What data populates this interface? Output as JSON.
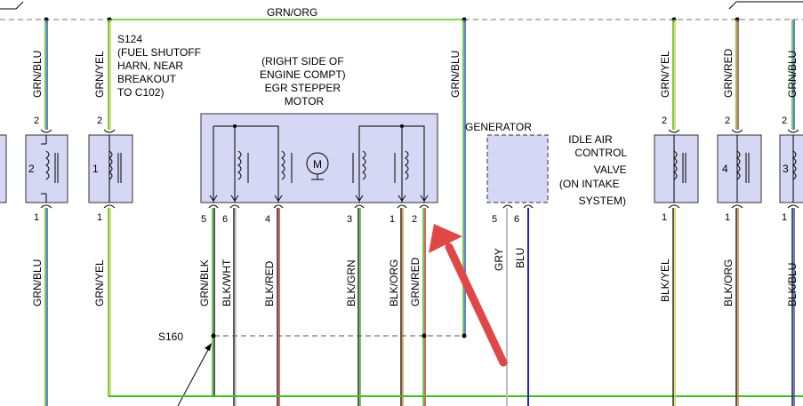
{
  "colors": {
    "grn_org": "#7ed957",
    "grn": "#44bb22",
    "blu": "#3355cc",
    "yel": "#d6d63a",
    "blk": "#222222",
    "red": "#cc3333",
    "wht": "#bbbbbb",
    "org": "#e08a2a",
    "gry": "#bbbbbb",
    "pure_blu": "#1a24cc",
    "box_fill": "#d6d6f5",
    "arrow": "#e04848"
  },
  "top_wire_label": "GRN/ORG",
  "splice_s124": [
    "S124",
    "(FUEL SHUTOFF",
    "HARN, NEAR",
    "BREAKOUT",
    "TO C102)"
  ],
  "egr_motor": {
    "title": [
      "(RIGHT SIDE OF",
      "ENGINE COMPT)",
      "EGR STEPPER",
      "MOTOR"
    ],
    "motor_symbol": "M",
    "pins": [
      "5",
      "6",
      "4",
      "3",
      "1",
      "2"
    ]
  },
  "generator": {
    "title": "GENERATOR",
    "pins": [
      "5",
      "6"
    ]
  },
  "iac_valve": {
    "title": [
      "IDLE AIR",
      "CONTROL",
      "VALVE",
      "(ON INTAKE",
      "SYSTEM)"
    ]
  },
  "splice_s160": "S160",
  "injectors": {
    "inj2": {
      "num": "2",
      "upper_pin": "2",
      "lower_pin": "1",
      "upper_wire": "GRN/BLU",
      "lower_wire": "GRN/BLU"
    },
    "inj1": {
      "num": "1",
      "upper_pin": "2",
      "lower_pin": "1",
      "upper_wire": "GRN/YEL",
      "lower_wire": "GRN/YEL"
    },
    "inj_yel": {
      "upper_pin": "2",
      "lower_pin": "1",
      "upper_wire": "GRN/YEL",
      "lower_wire": "BLK/YEL"
    },
    "inj4": {
      "num": "4",
      "upper_pin": "2",
      "lower_pin": "1",
      "upper_wire": "GRN/RED",
      "lower_wire": "BLK/ORG"
    },
    "inj3": {
      "num": "3",
      "upper_pin": "2",
      "lower_pin": "1",
      "upper_wire": "GRN/BLU",
      "lower_wire": "BLK/BLU"
    }
  },
  "egr_wires": [
    "GRN/BLK",
    "BLK/WHT",
    "BLK/RED",
    "BLK/GRN",
    "BLK/ORG",
    "GRN/RED"
  ],
  "generator_wires": [
    "GRY",
    "BLU"
  ],
  "center_wire": "GRN/BLU"
}
